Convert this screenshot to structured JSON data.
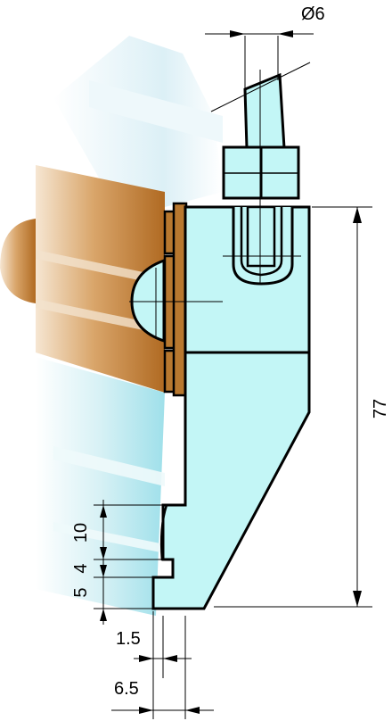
{
  "dimensions": {
    "diameter": "Ø6",
    "height": "77",
    "upper_gap": "10",
    "mid_gap": "4",
    "lower_gap": "5",
    "offset_small": "1.5",
    "offset_large": "6.5"
  },
  "colors": {
    "part_fill": "#c3f6f6",
    "hinge_fill": "#b8782f",
    "outline": "#000000"
  }
}
